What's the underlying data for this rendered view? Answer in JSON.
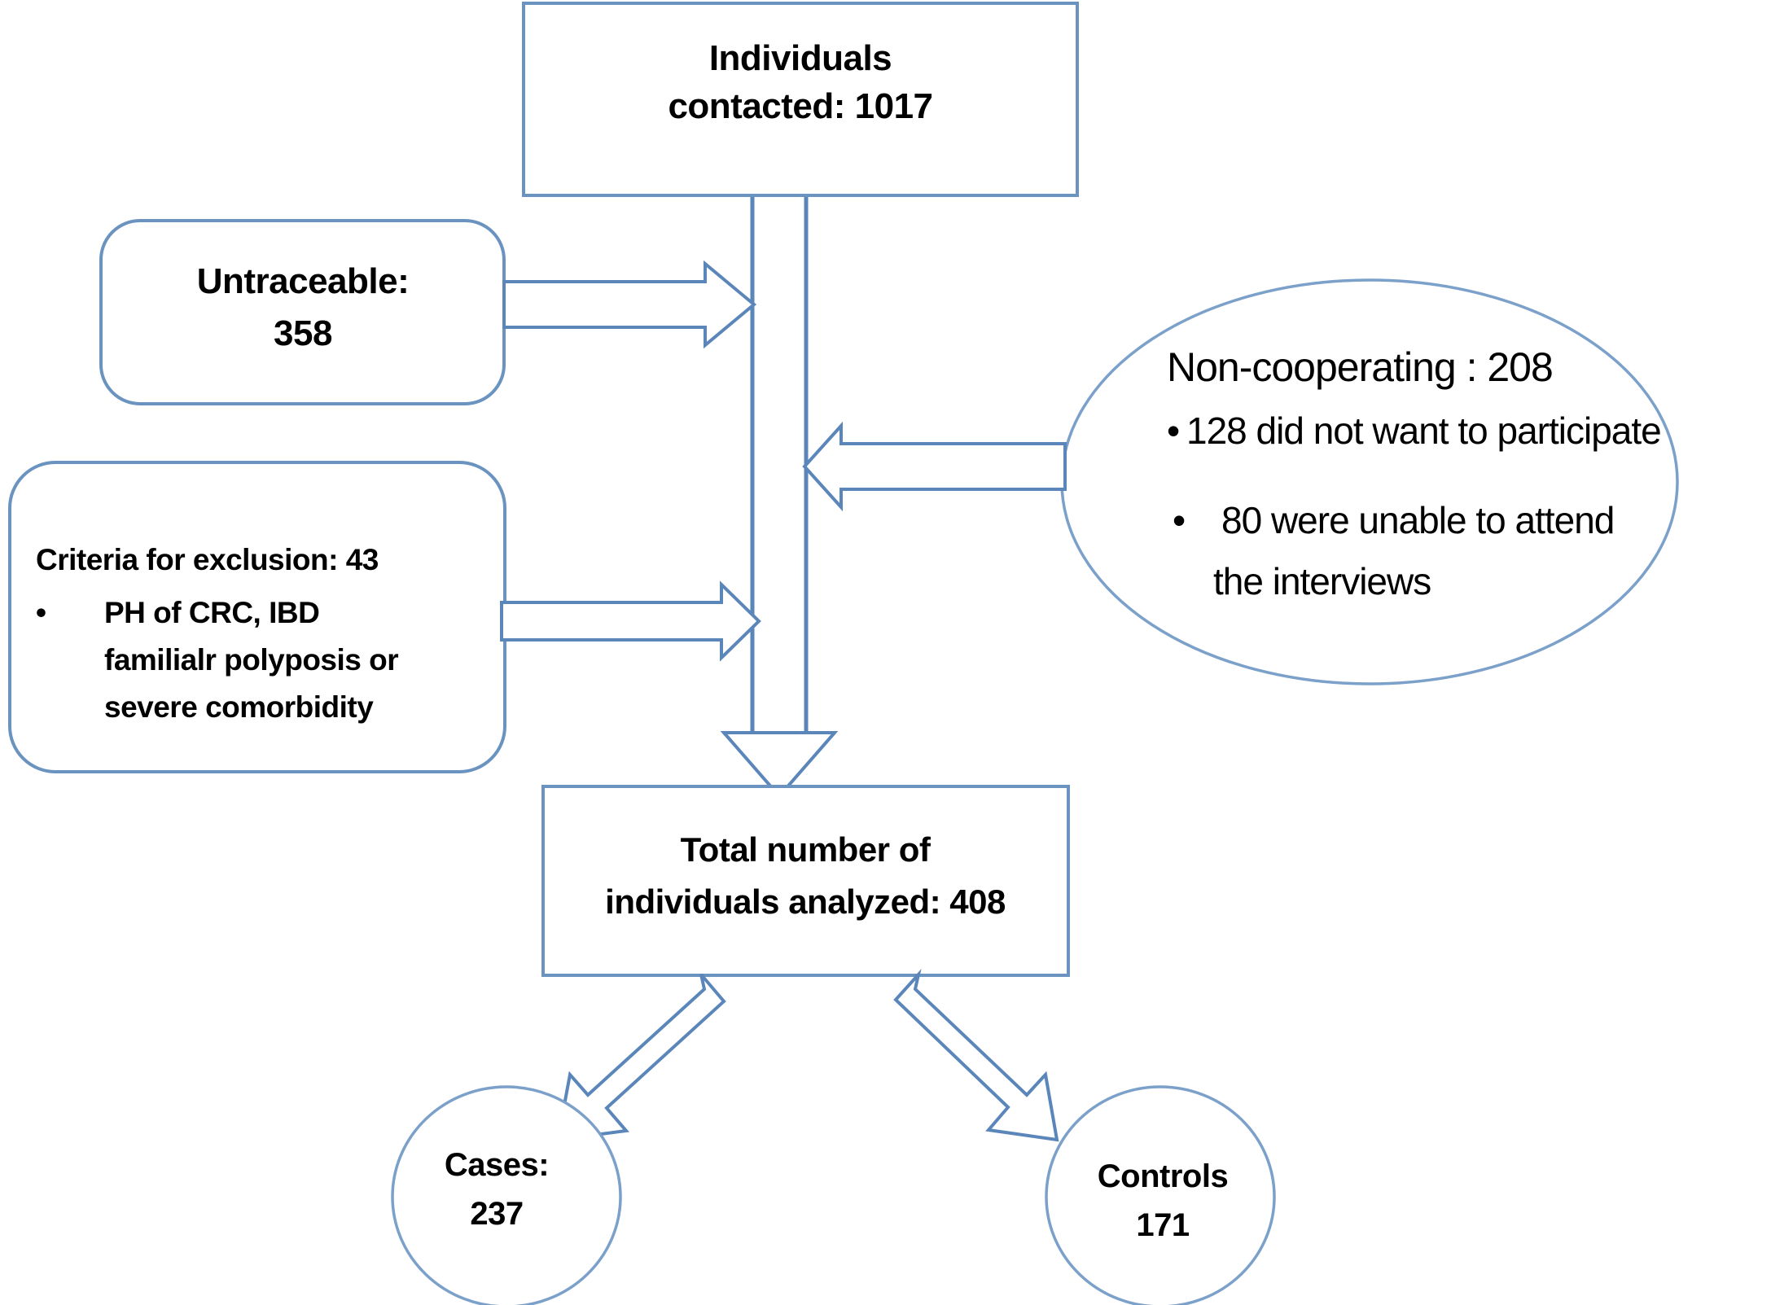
{
  "diagram": {
    "title": "Study participant flow diagram",
    "accent_color": "#6b93c0",
    "line_color": "#5b86ba",
    "background_color": "#ffffff",
    "text_color": "#000000"
  },
  "nodes": {
    "contacted": {
      "shape": "rectangle",
      "line1": "Individuals",
      "line2": "contacted: 1017",
      "count": 1017
    },
    "untraceable": {
      "shape": "rounded-rectangle",
      "line1": "Untraceable:",
      "line2": "358",
      "count": 358
    },
    "exclusion": {
      "shape": "rounded-rectangle",
      "heading": "Criteria for exclusion: 43",
      "count": 43,
      "bullet_marker": "•",
      "bullet_line1": "PH of CRC, IBD",
      "bullet_line2": "familialr polyposis or",
      "bullet_line3": "severe comorbidity"
    },
    "noncooperating": {
      "shape": "ellipse",
      "heading": "Non-cooperating : 208",
      "count": 208,
      "bullet_marker": "•",
      "item1": "128 did not want to participate",
      "item2_line1": "80 were unable to attend",
      "item2_line2": "the interviews",
      "item1_count": 128,
      "item2_count": 80
    },
    "total": {
      "shape": "rectangle",
      "line1": "Total number of",
      "line2": "individuals analyzed: 408",
      "count": 408
    },
    "cases": {
      "shape": "ellipse",
      "line1": "Cases:",
      "line2": "237",
      "count": 237
    },
    "controls": {
      "shape": "ellipse",
      "line1": "Controls",
      "line2": "171",
      "count": 171
    }
  },
  "edges": [
    {
      "name": "untraceable-to-trunk",
      "from": "untraceable",
      "to": "contacted-trunk",
      "style": "block-arrow-right"
    },
    {
      "name": "exclusion-to-trunk",
      "from": "exclusion",
      "to": "contacted-trunk",
      "style": "block-arrow-right"
    },
    {
      "name": "noncooperating-to-trunk",
      "from": "noncooperating",
      "to": "contacted-trunk",
      "style": "block-arrow-left"
    },
    {
      "name": "trunk-to-total",
      "from": "contacted-trunk",
      "to": "total",
      "style": "block-arrow-down"
    },
    {
      "name": "total-to-cases",
      "from": "total",
      "to": "cases",
      "style": "block-arrow-diagonal-down-left"
    },
    {
      "name": "total-to-controls",
      "from": "total",
      "to": "controls",
      "style": "block-arrow-diagonal-down-right"
    }
  ]
}
